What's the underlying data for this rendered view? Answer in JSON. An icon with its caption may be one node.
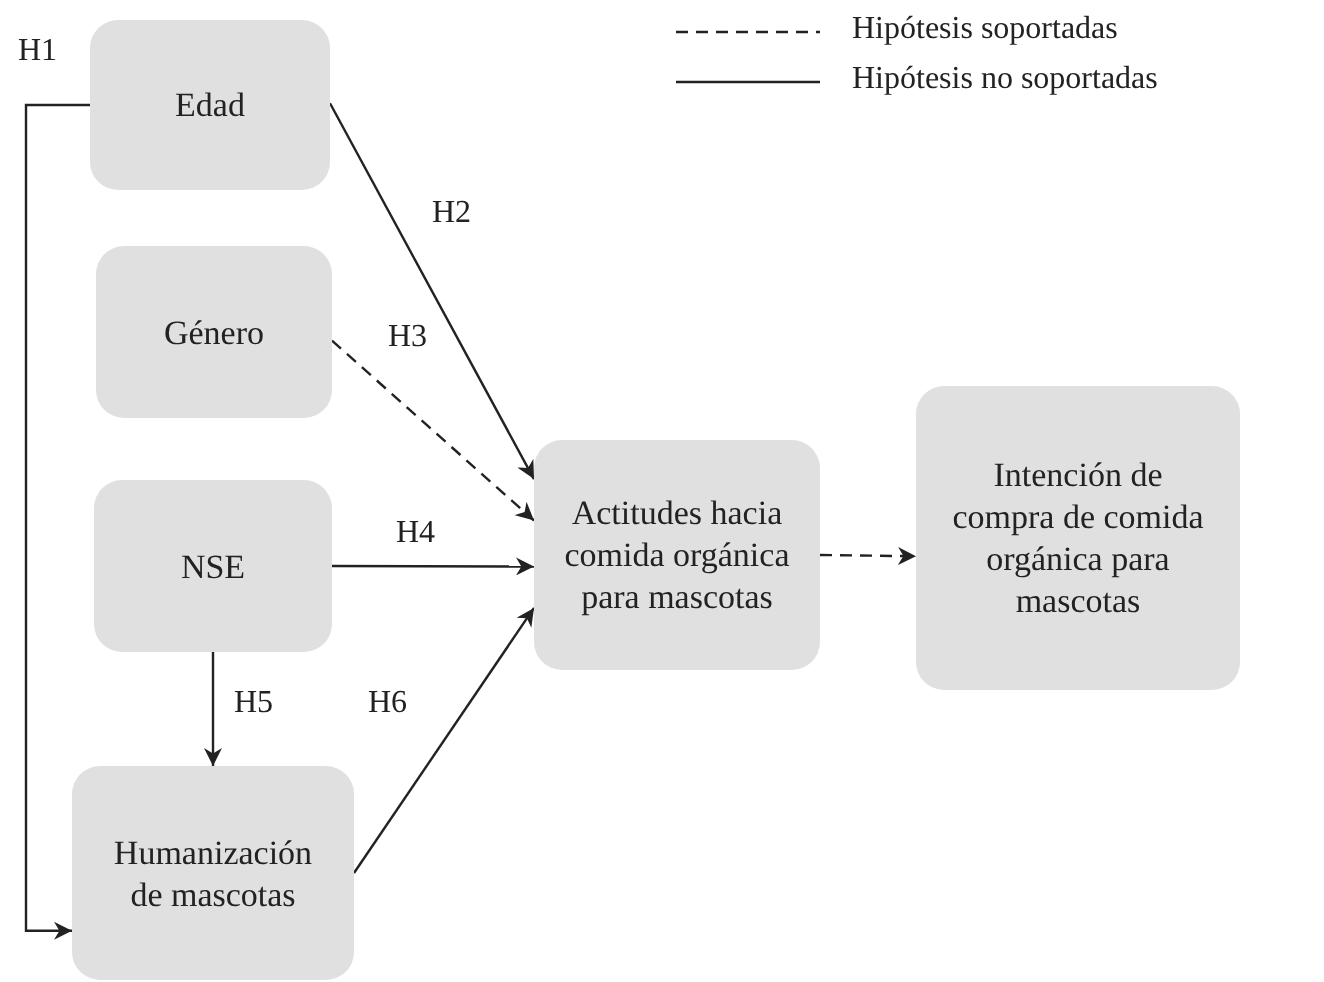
{
  "diagram": {
    "nodes": [
      {
        "text": [
          "Edad"
        ]
      },
      {
        "text": [
          "Género"
        ]
      },
      {
        "text": [
          "NSE"
        ]
      },
      {
        "text": [
          "Humanización de mascotas"
        ]
      },
      {
        "text": [
          "Actitudes hacia comida orgánica para mascotas"
        ]
      },
      {
        "text": [
          "Intención de compra de comida orgánica para mascotas"
        ]
      }
    ],
    "edges": [
      {
        "from": 0,
        "to": 3,
        "arrow": "to",
        "label": "H1"
      },
      {
        "from": 0,
        "to": 4,
        "arrow": "to",
        "label": "H2"
      },
      {
        "from": 1,
        "to": 4,
        "arrow": "to",
        "label": "H3",
        "style": "dashed"
      },
      {
        "from": 2,
        "to": 4,
        "arrow": "to",
        "label": "H4"
      },
      {
        "from": 2,
        "to": 3,
        "arrow": "to",
        "label": "H5"
      },
      {
        "from": 3,
        "to": 4,
        "arrow": "to",
        "label": "H6"
      },
      {
        "from": 4,
        "to": 5,
        "arrow": "to",
        "style": "dashed"
      }
    ],
    "legend": [
      {
        "text": "Hipótesis soportadas"
      },
      {
        "text": "Hipótesis no soportadas"
      }
    ]
  }
}
